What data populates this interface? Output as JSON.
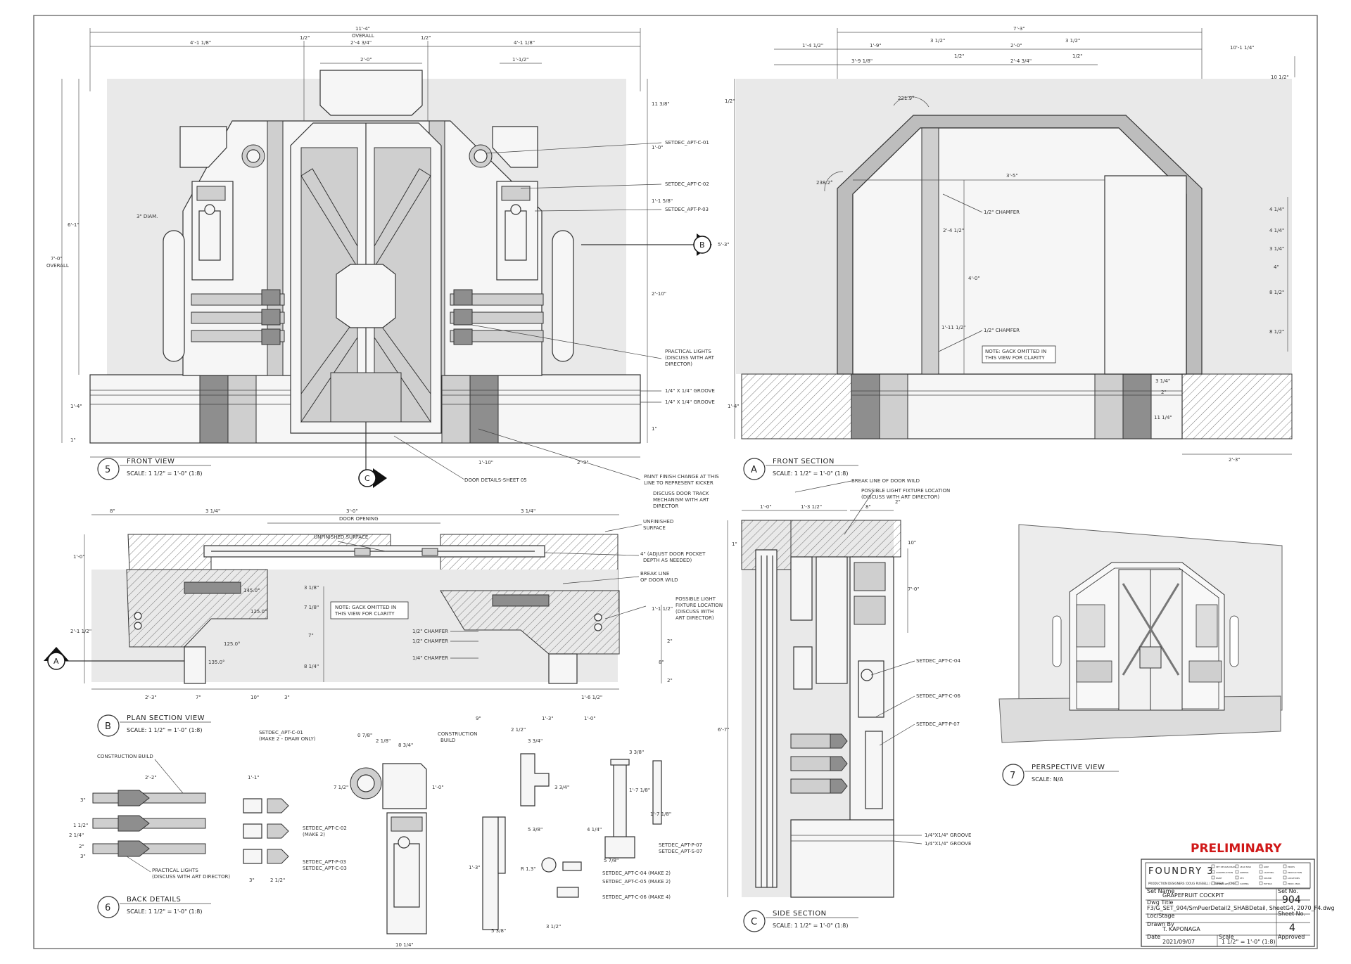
{
  "views": {
    "front_view": {
      "number": "5",
      "title": "FRONT VIEW",
      "scale": "SCALE: 1 1/2\" = 1'-0\" (1:8)"
    },
    "front_section": {
      "number": "A",
      "title": "FRONT SECTION",
      "scale": "SCALE: 1 1/2\" = 1'-0\" (1:8)"
    },
    "plan_section": {
      "number": "B",
      "title": "PLAN SECTION VIEW",
      "scale": "SCALE: 1 1/2\" = 1'-0\" (1:8)"
    },
    "back_details": {
      "number": "6",
      "title": "BACK DETAILS",
      "scale": "SCALE: 1 1/2\" = 1'-0\" (1:8)"
    },
    "side_section": {
      "number": "C",
      "title": "SIDE SECTION",
      "scale": "SCALE: 1 1/2\" = 1'-0\" (1:8)"
    },
    "perspective": {
      "number": "7",
      "title": "PERSPECTIVE VIEW",
      "scale": "SCALE: N/A"
    }
  },
  "section_markers": {
    "b": "B",
    "c": "C",
    "a": "A"
  },
  "dims_front": {
    "overall": "11'-4\"",
    "overall_label": "OVERALL",
    "left": "4'-1 1/8\"",
    "right": "4'-1 1/8\"",
    "center": "2'-4 3/4\"",
    "half_l": "1/2\"",
    "half_r": "1/2\"",
    "top_door": "2'-0\"",
    "light": "1'-1/2\"",
    "h_total": "7'-0\"",
    "h_total_label": "OVERALL",
    "h_lower": "6'-1\"",
    "r1": "11 3/8\"",
    "r2": "1'-0\"",
    "r3": "1'-1 5/8\"",
    "r4": "2'-10\"",
    "base": "1'-4\"",
    "base2": "1\"",
    "b1": "1\"",
    "b2": "1'-10\"",
    "b3": "2'-3\"",
    "dia": "3\" DIAM."
  },
  "callouts_front": {
    "c1": "SETDEC_APT-C-01",
    "c2": "SETDEC_APT-C-02",
    "c3": "SETDEC_APT-P-03",
    "c4": "PRACTICAL LIGHTS",
    "c4b": "(DISCUSS WITH ART",
    "c4c": "DIRECTOR)",
    "c5": "1/4\" X 1/4\" GROOVE",
    "c6": "1/4\" X 1/4\" GROOVE",
    "c7": "DOOR DETAILS-SHEET 05",
    "c8": "PAINT FINISH CHANGE AT THIS",
    "c8b": "LINE TO REPRESENT KICKER"
  },
  "dims_section_a": {
    "overall": "7'-3\"",
    "d1": "1'-4 1/2\"",
    "d2": "1'-9\"",
    "d3": "3 1/2\"",
    "d4": "2'-0\"",
    "d5": "3 1/2\"",
    "d6": "3'-9 1/8\"",
    "d7": "2'-4 3/4\"",
    "d8": "1/2\"",
    "d9": "1/2\"",
    "d10": "10'-1 1/4\"",
    "d11": "10 1/2\"",
    "ang1": "221.9°",
    "ang2": "238.2°",
    "w1": "3'-5\"",
    "h1": "2'-4 1/2\"",
    "h2": "4'-0\"",
    "h3": "1'-11 1/2\"",
    "h4": "5'-3\"",
    "h5": "1/2\"",
    "r1": "4 1/4\"",
    "r2": "4 1/4\"",
    "r3": "3 1/4\"",
    "r4": "4\"",
    "r5": "8 1/2\"",
    "r6": "8 1/2\"",
    "b1": "3 1/4\"",
    "b2": "2\"",
    "b3": "11 1/4\"",
    "b4": "1'-4\"",
    "b5": "2'-3\""
  },
  "callouts_section_a": {
    "c1": "1/2\" CHAMFER",
    "c2": "1/2\" CHAMFER",
    "note1": "NOTE: GACK OMITTED IN",
    "note2": "THIS VIEW FOR CLARITY",
    "c3": "BREAK LINE OF DOOR WILD",
    "c4": "POSSIBLE LIGHT FIXTURE LOCATION",
    "c4b": "(DISCUSS WITH ART DIRECTOR)",
    "c5": "DISCUSS DOOR TRACK",
    "c5b": "MECHANISM WITH ART",
    "c5c": "DIRECTOR"
  },
  "dims_plan": {
    "top": "3'-0\"",
    "top_label": "DOOR OPENING",
    "left": "3 1/4\"",
    "right": "3 1/4\"",
    "a": "8\"",
    "b": "1'-0\"",
    "c": "2'-1 1/2\"",
    "d": "3 1/8\"",
    "e": "7 1/8\"",
    "f": "7\"",
    "g": "8 1/4\"",
    "h": "2'-3\"",
    "i": "7\"",
    "j": "10\"",
    "k": "3\"",
    "l": "9\"",
    "m": "1'-3\"",
    "n": "1'-6 1/2\"",
    "o": "1'-0\"",
    "p": "1'-1 1/2\"",
    "q": "2\"",
    "r": "8\"",
    "s": "2\"",
    "ang1": "145.0°",
    "ang2": "125.0°",
    "ang3": "125.0°",
    "ang4": "135.0°"
  },
  "callouts_plan": {
    "c1": "UNFINISHED SURFACE",
    "c2": "UNFINISHED",
    "c2b": "SURFACE",
    "c3": "4\" (ADJUST DOOR POCKET",
    "c3b": "DEPTH AS NEEDED)",
    "c4": "BREAK LINE",
    "c4b": "OF DOOR WILD",
    "c5": "POSSIBLE LIGHT",
    "c5b": "FIXTURE LOCATION",
    "c5c": "(DISCUSS WITH",
    "c5d": "ART DIRECTOR)",
    "c6": "1/2\" CHAMFER",
    "c7": "1/2\" CHAMFER",
    "c8": "1/4\" CHAMFER",
    "note1": "NOTE: GACK OMITTED IN",
    "note2": "THIS VIEW FOR CLARITY"
  },
  "callouts_gack": {
    "c1": "CONSTRUCTION BUILD",
    "c2": "PRACTICAL LIGHTS",
    "c2b": "(DISCUSS WITH ART DIRECTOR)",
    "c3": "SETDEC_APT-C-01",
    "c3b": "(MAKE 2 - DRAW ONLY)",
    "c4": "CONSTRUCTION",
    "c4b": "BUILD",
    "c5": "SETDEC_APT-C-02",
    "c5b": "(MAKE 2)",
    "c6": "SETDEC_APT-P-03",
    "c6b": "SETDEC_APT-C-03",
    "c7": "SETDEC_APT-C-04 (MAKE 2)",
    "c8": "SETDEC_APT-C-05 (MAKE 2)",
    "c9": "SETDEC_APT-C-06 (MAKE 4)",
    "c10": "SETDEC_APT-P-07",
    "c11": "SETDEC_APT-S-07",
    "d1": "2'-2\"",
    "d2": "1 1/2\"",
    "d3": "2 1/4\"",
    "d4": "2\"",
    "d5": "3\"",
    "d6": "3\"",
    "d7": "1'-1\"",
    "d8": "3\"",
    "d9": "2 1/2\"",
    "d10": "0 7/8\"",
    "d11": "2 1/8\"",
    "d12": "8 3/4\"",
    "d13": "7 1/2\"",
    "d14": "1'-0\"",
    "d15": "10 1/4\"",
    "d16": "2 1/2\"",
    "d17": "3 3/4\"",
    "d18": "3 3/4\"",
    "d19": "5 3/8\"",
    "d20": "R 1.3\"",
    "d21": "1'-3\"",
    "d22": "5 3/8\"",
    "d23": "3 1/2\"",
    "d24": "3 3/8\"",
    "d25": "1'-7 1/8\"",
    "d26": "4 1/4\"",
    "d27": "5 7/8\"",
    "d28": "1'-7 1/8\""
  },
  "callouts_side": {
    "c1": "SETDEC_APT-C-04",
    "c2": "SETDEC_APT-C-06",
    "c3": "SETDEC_APT-P-07",
    "c4": "1/4\"X1/4\" GROOVE",
    "c5": "1/4\"X1/4\" GROOVE",
    "d1": "1'-0\"",
    "d2": "1'-3 1/2\"",
    "d3": "8\"",
    "d4": "2\"",
    "d5": "10\"",
    "d6": "7'-0\"",
    "d7": "1\"",
    "d8": "6'-7\""
  },
  "status": "PRELIMINARY",
  "title_block": {
    "company": "FOUNDRY 3",
    "company_sub": "PRODUCTION DESIGNERS: DOUG RUSSELL / ANDREW ... JONES",
    "set_name_label": "Set Name",
    "set_name": "GRAPEFRUIT COCKPIT",
    "set_no_label": "Set No.",
    "set_no": "904",
    "dwg_title_label": "Dwg Title",
    "dwg_title": "F3/G_SET_904/SmPuerDetail2_SHABDetail, SheetG4, 2070_F4.dwg",
    "loc_label": "Loc/Stage",
    "sheet_label": "Sheet No.",
    "sheet_no": "4",
    "drawn_label": "Drawn By",
    "drawn_by": "T. KAPONAGA",
    "date_label": "Date",
    "date": "2021/09/07",
    "scale_label": "Scale",
    "scale": "1 1/2\" = 1'-0\" (1:8)",
    "approved_label": "Approved",
    "checks": [
      "SET DESIGN DRAWN",
      "CONSTRUCTION",
      "PAINT",
      "SCENIC ART",
      "LEAD MAN",
      "GREENS",
      "SFX",
      "CAMERA",
      "GRIP",
      "LIGHTING",
      "SOUND",
      "EXTRAS",
      "PROPS",
      "PRODUCTION",
      "LOCATIONS",
      "PROD. MGR."
    ]
  }
}
